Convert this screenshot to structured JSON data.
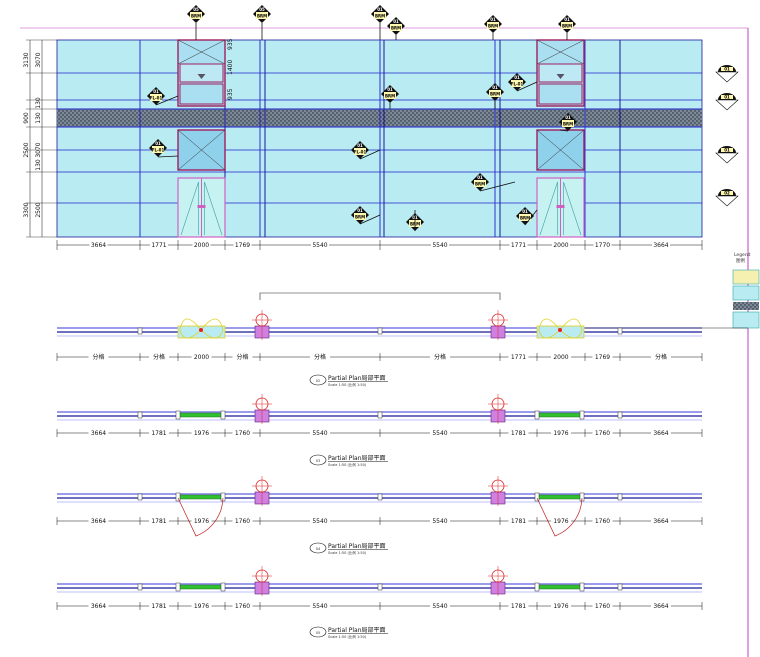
{
  "elevation": {
    "bottom_dims": [
      "3664",
      "1771",
      "2000",
      "1769",
      "5540",
      "5540",
      "1771",
      "2000",
      "1770",
      "3664"
    ],
    "side_dims": [
      "3130",
      "3070",
      "130",
      "900",
      "130",
      "2500",
      "3070",
      "130",
      "3300",
      "2500"
    ],
    "top_tags": [
      {
        "a": "05",
        "b": "BRM"
      },
      {
        "a": "05",
        "b": "BRM"
      },
      {
        "a": "01",
        "b": "BRM"
      },
      {
        "a": "01",
        "b": "BRM"
      },
      {
        "a": "01",
        "b": "BRM"
      },
      {
        "a": "01",
        "b": "BRM"
      }
    ],
    "field_tags": [
      {
        "a": "01",
        "b": "FL-01"
      },
      {
        "a": "01",
        "b": "FL-01"
      },
      {
        "a": "01",
        "b": "BRM"
      },
      {
        "a": "01",
        "b": "FL-01"
      },
      {
        "a": "01",
        "b": "BRM"
      },
      {
        "a": "01",
        "b": "BRM"
      },
      {
        "a": "01",
        "b": "FL-01"
      },
      {
        "a": "01",
        "b": "BRM"
      },
      {
        "a": "01",
        "b": "BRM"
      },
      {
        "a": "01",
        "b": "BRM"
      },
      {
        "a": "01",
        "b": "BRM"
      },
      {
        "a": "02",
        "b": "BRM"
      }
    ],
    "right_markers": [
      "01",
      "01",
      "01",
      "02"
    ],
    "panel_dims": [
      "935",
      "1400",
      "935"
    ]
  },
  "legend": {
    "title": "Legend",
    "sub": "图例"
  },
  "plans": [
    {
      "dims": [
        "分格",
        "分格",
        "2000",
        "分格",
        "分格",
        "分格",
        "1771",
        "2000",
        "1769",
        "分格"
      ],
      "label": "Partial Plan局部平面",
      "scale": "Scale 1:50 (比例 1:50)",
      "num": "02"
    },
    {
      "dims": [
        "3664",
        "1781",
        "1976",
        "1760",
        "5540",
        "5540",
        "1781",
        "1976",
        "1760",
        "3664"
      ],
      "label": "Partial Plan局部平面",
      "scale": "Scale 1:50 (比例 1:50)",
      "num": "03"
    },
    {
      "dims": [
        "3664",
        "1781",
        "1976",
        "1760",
        "5540",
        "5540",
        "1781",
        "1976",
        "1760",
        "3664"
      ],
      "label": "Partial Plan局部平面",
      "scale": "Scale 1:50 (比例 1:50)",
      "num": "04"
    },
    {
      "dims": [
        "3664",
        "1781",
        "1976",
        "1760",
        "5540",
        "5540",
        "1781",
        "1976",
        "1760",
        "3664"
      ],
      "label": "Partial Plan局部平面",
      "scale": "Scale 1:50 (比例 1:50)",
      "num": "05"
    }
  ]
}
